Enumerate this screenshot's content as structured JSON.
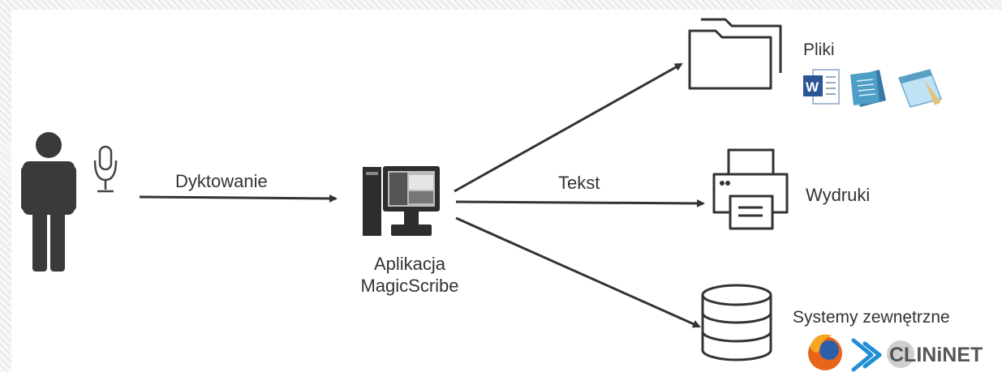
{
  "diagram": {
    "edges": {
      "dictation_label": "Dyktowanie",
      "text_label": "Tekst"
    },
    "nodes": {
      "app_line1": "Aplikacja",
      "app_line2": "MagicScribe",
      "files_label": "Pliki",
      "prints_label": "Wydruki",
      "systems_label": "Systemy zewnętrzne",
      "clininet_logo": "CLINiNET"
    },
    "icons": [
      "person-icon",
      "microphone-icon",
      "computer-icon",
      "folder-icon",
      "word-icon",
      "document-icon",
      "notepad-icon",
      "printer-icon",
      "database-icon",
      "firefox-icon",
      "chevron-logo-icon",
      "clininet-logo-icon"
    ],
    "colors": {
      "ink": "#333333",
      "word_blue": "#2b5797",
      "firefox_orange": "#e8641b",
      "chevron_blue": "#1e8fd5"
    }
  }
}
